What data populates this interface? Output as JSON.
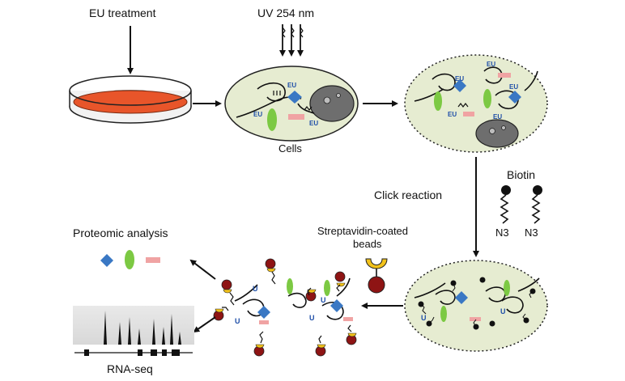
{
  "labels": {
    "eu_treatment": "EU treatment",
    "uv": "UV 254 nm",
    "cells": "Cells",
    "biotin": "Biotin",
    "n3": "N3",
    "click_reaction": "Click reaction",
    "streptavidin_line1": "Streptavidin-coated",
    "streptavidin_line2": "beads",
    "proteomic": "Proteomic analysis",
    "rnaseq": "RNA-seq",
    "eu": "EU",
    "u": "U"
  },
  "colors": {
    "dish_liquid": "#e8552a",
    "cell_fill": "#e6ecd1",
    "nucleus": "#6e6e6e",
    "protein_blue": "#3a78c4",
    "protein_green": "#7cc943",
    "protein_pink": "#f0a3a3",
    "bead_red": "#8e1414",
    "streptavidin_yellow": "#f2c21a",
    "eu_text": "#1f4fa8"
  }
}
